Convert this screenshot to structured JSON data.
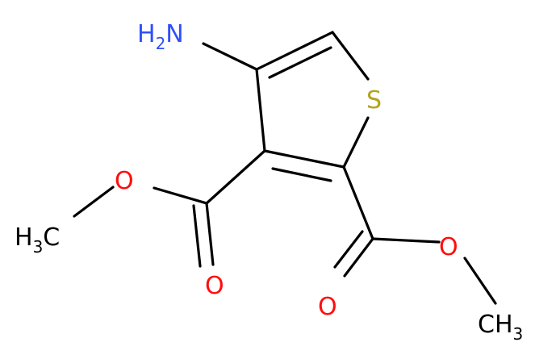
{
  "colors": {
    "carbon": "#000000",
    "oxygen": "#ff0d0d",
    "nitrogen": "#3050f8",
    "sulfur": "#b2a51e",
    "background": "#ffffff"
  },
  "atoms": {
    "amino": {
      "main": "H",
      "sub": "2",
      "tail": "N"
    },
    "sulfur": {
      "label": "S"
    },
    "ester_o_left": {
      "label": "O"
    },
    "carbonyl_o_left": {
      "label": "O"
    },
    "ester_o_right": {
      "label": "O"
    },
    "carbonyl_o_right": {
      "label": "O"
    },
    "methyl_left": {
      "main": "H",
      "sub": "3",
      "tail": "C"
    },
    "methyl_right": {
      "main": "CH",
      "sub": "3"
    }
  }
}
